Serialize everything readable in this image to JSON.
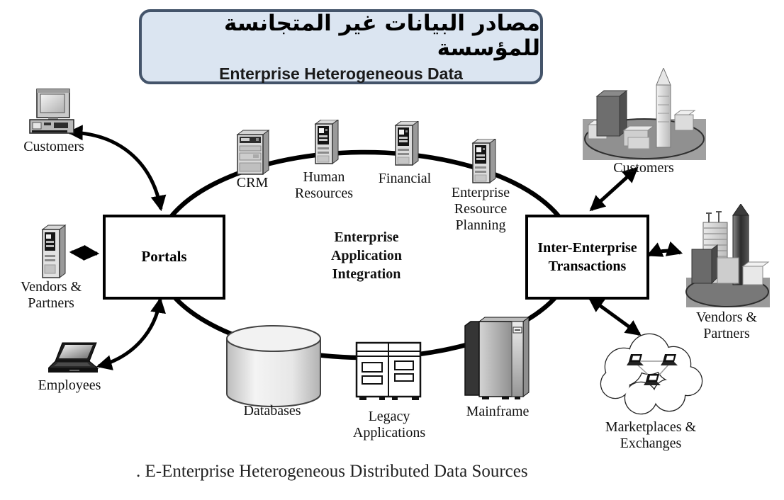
{
  "title_box": {
    "arabic_title": "مصادر البيانات غير المتجانسة للمؤسسة",
    "english_title": "Enterprise Heterogeneous Data"
  },
  "center_label": "Enterprise\nApplication\nIntegration",
  "hubs": {
    "portals": "Portals",
    "inter_enterprise": "Inter-Enterprise\nTransactions"
  },
  "systems": {
    "crm": "CRM",
    "human_resources": "Human\nResources",
    "financial": "Financial",
    "erp": "Enterprise\nResource\nPlanning",
    "databases": "Databases",
    "legacy_applications": "Legacy\nApplications",
    "mainframe": "Mainframe"
  },
  "externals": {
    "customers_left": "Customers",
    "vendors_partners_left": "Vendors &\nPartners",
    "employees": "Employees",
    "customers_right": "Customers",
    "vendors_partners_right": "Vendors &\nPartners",
    "marketplaces": "Marketplaces &\nExchanges"
  },
  "caption": ". E-Enterprise Heterogeneous Distributed Data Sources",
  "colors": {
    "title_bg": "#dbe5f1",
    "title_border": "#44546a",
    "diagram_stroke": "#000000"
  }
}
